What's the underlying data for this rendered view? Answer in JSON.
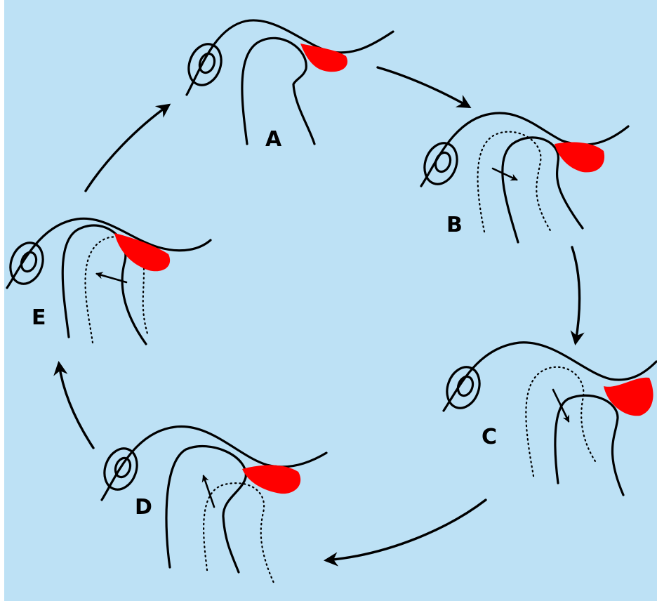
{
  "colors": {
    "background": "#bde1f5",
    "disc": "#ff0000",
    "ink": "#000000"
  },
  "stages": [
    {
      "id": "A",
      "label": "A"
    },
    {
      "id": "B",
      "label": "B"
    },
    {
      "id": "C",
      "label": "C"
    },
    {
      "id": "D",
      "label": "D"
    },
    {
      "id": "E",
      "label": "E"
    }
  ],
  "cycle_order": [
    "A",
    "B",
    "C",
    "D",
    "E"
  ]
}
